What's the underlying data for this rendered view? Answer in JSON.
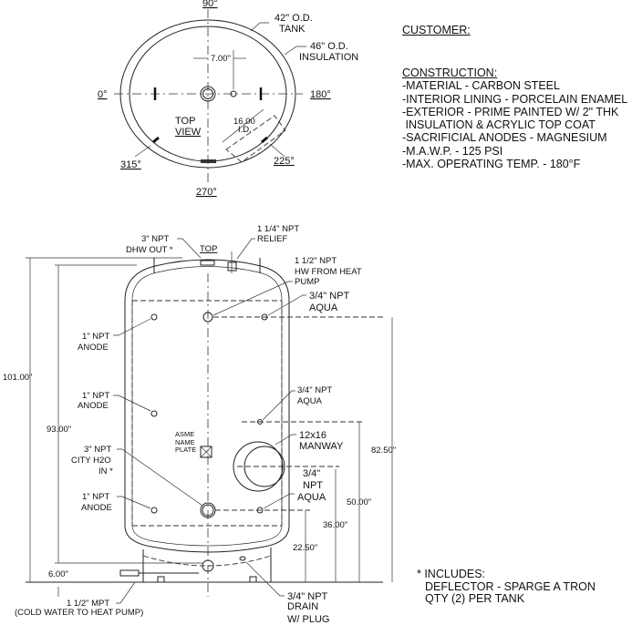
{
  "top_view": {
    "angle_90": "90°",
    "angle_0": "0°",
    "angle_180": "180°",
    "angle_270": "270°",
    "angle_315": "315°",
    "angle_225": "225°",
    "tank_od_1": "42\" O.D.",
    "tank_od_2": "TANK",
    "insulation_od_1": "46\" O.D.",
    "insulation_od_2": "INSULATION",
    "offset": "7.00\"",
    "view_1": "TOP",
    "view_2": "VIEW",
    "manway_id_1": "16.00",
    "manway_id_2": "I.D."
  },
  "customer_label": "CUSTOMER:",
  "construction": {
    "heading": "CONSTRUCTION:",
    "lines": [
      "-MATERIAL - CARBON STEEL",
      "-INTERIOR LINING - PORCELAIN ENAMEL",
      "-EXTERIOR - PRIME PAINTED W/ 2\" THK",
      " INSULATION & ACRYLIC TOP COAT",
      "-SACRIFICIAL ANODES - MAGNESIUM",
      "-M.A.W.P. - 125 PSI",
      "-MAX. OPERATING TEMP. - 180°F"
    ]
  },
  "side_view": {
    "top_label": "TOP",
    "dhw_out": [
      "3\" NPT",
      "DHW OUT *"
    ],
    "relief": [
      "1 1/4\" NPT",
      "RELIEF"
    ],
    "hw_from_hp": [
      "1 1/2\" NPT",
      "HW FROM HEAT",
      "PUMP"
    ],
    "aqua_top": [
      "3/4\" NPT",
      "AQUA"
    ],
    "anode_top": [
      "1\" NPT",
      "ANODE"
    ],
    "anode_mid": [
      "1\" NPT",
      "ANODE"
    ],
    "anode_bot": [
      "1\" NPT",
      "ANODE"
    ],
    "aqua_mid": [
      "3/4\" NPT",
      "AQUA"
    ],
    "manway": [
      "12x16",
      "MANWAY"
    ],
    "aqua_bot": [
      "3/4\"",
      "NPT",
      "AQUA"
    ],
    "city_in": [
      "3\" NPT",
      "CITY H2O",
      "IN *"
    ],
    "nameplate": [
      "ASME",
      "NAME",
      "PLATE"
    ],
    "drain": [
      "3/4\" NPT",
      "DRAIN",
      "W/ PLUG"
    ],
    "cold_out": [
      "1 1/2\" MPT",
      "(COLD WATER TO HEAT PUMP)"
    ],
    "dims": {
      "overall": "101.00\"",
      "shell": "93.00\"",
      "skirt": "6.00\"",
      "aqua_top": "82.50\"",
      "aqua_mid": "50.00\"",
      "manway": "36.00\"",
      "lower": "22.50\""
    }
  },
  "includes": {
    "heading": "* INCLUDES:",
    "lines": [
      "DEFLECTOR - SPARGE A TRON",
      "QTY (2) PER TANK"
    ]
  }
}
